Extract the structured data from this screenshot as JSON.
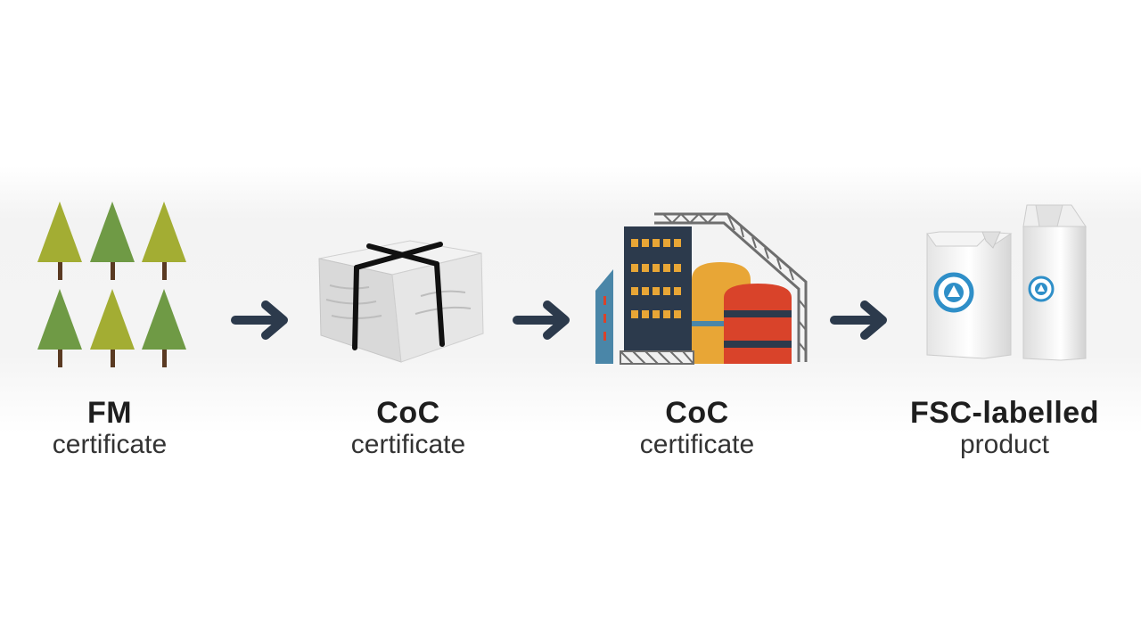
{
  "steps": [
    {
      "id": "forest",
      "title": "FM",
      "subtitle": "certificate",
      "icon": "forest-trees-icon"
    },
    {
      "id": "paper",
      "title": "CoC",
      "subtitle": "certificate",
      "icon": "paper-bundle-icon"
    },
    {
      "id": "factory",
      "title": "CoC",
      "subtitle": "certificate",
      "icon": "factory-icon"
    },
    {
      "id": "product",
      "title": "FSC-labelled",
      "subtitle": "product",
      "icon": "milk-carton-icon"
    }
  ],
  "colors": {
    "tree_light": "#a3ad33",
    "tree_dark": "#6f9a45",
    "trunk": "#5a3a22",
    "arrow": "#2c3a4c",
    "factory_navy": "#2c3a4c",
    "factory_orange": "#e8a636",
    "factory_red": "#d9432a",
    "factory_blue": "#4a86a8",
    "logo_blue": "#2f8fc8"
  }
}
